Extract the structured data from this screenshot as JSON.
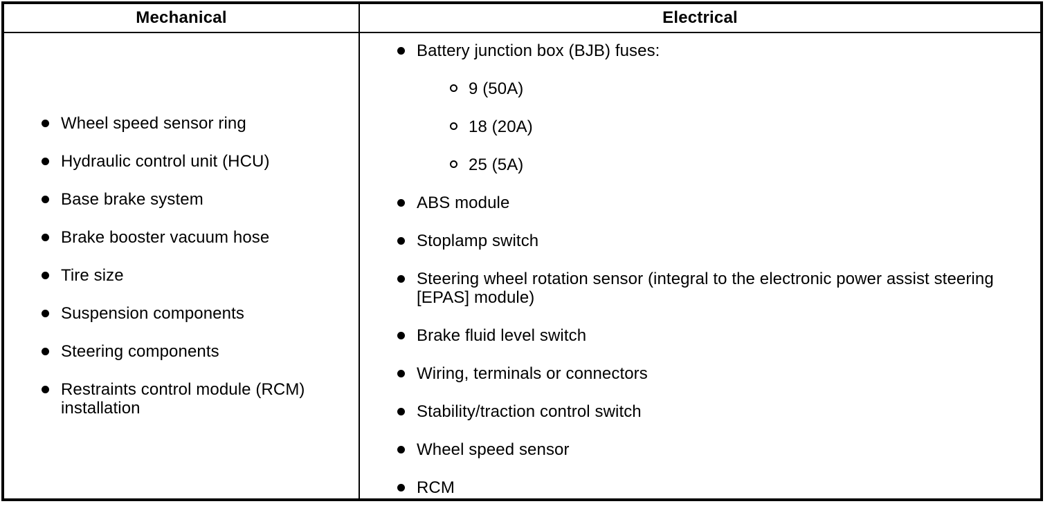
{
  "table": {
    "colors": {
      "border": "#000000",
      "text": "#000000",
      "background": "#ffffff"
    },
    "columns": [
      {
        "header": "Mechanical",
        "items": [
          {
            "label": "Wheel speed sensor ring"
          },
          {
            "label": "Hydraulic control unit (HCU)"
          },
          {
            "label": "Base brake system"
          },
          {
            "label": "Brake booster vacuum hose"
          },
          {
            "label": "Tire size"
          },
          {
            "label": "Suspension components"
          },
          {
            "label": "Steering components"
          },
          {
            "label": "Restraints control module (RCM) installation"
          }
        ]
      },
      {
        "header": "Electrical",
        "items": [
          {
            "label": "Battery junction box (BJB) fuses:",
            "children": [
              {
                "label": "9 (50A)"
              },
              {
                "label": "18 (20A)"
              },
              {
                "label": "25 (5A)"
              }
            ]
          },
          {
            "label": "ABS module"
          },
          {
            "label": "Stoplamp switch"
          },
          {
            "label": "Steering wheel rotation sensor (integral to the electronic power assist steering [EPAS] module)"
          },
          {
            "label": "Brake fluid level switch"
          },
          {
            "label": "Wiring, terminals or connectors"
          },
          {
            "label": "Stability/traction control switch"
          },
          {
            "label": "Wheel speed sensor"
          },
          {
            "label": "RCM"
          }
        ]
      }
    ]
  }
}
